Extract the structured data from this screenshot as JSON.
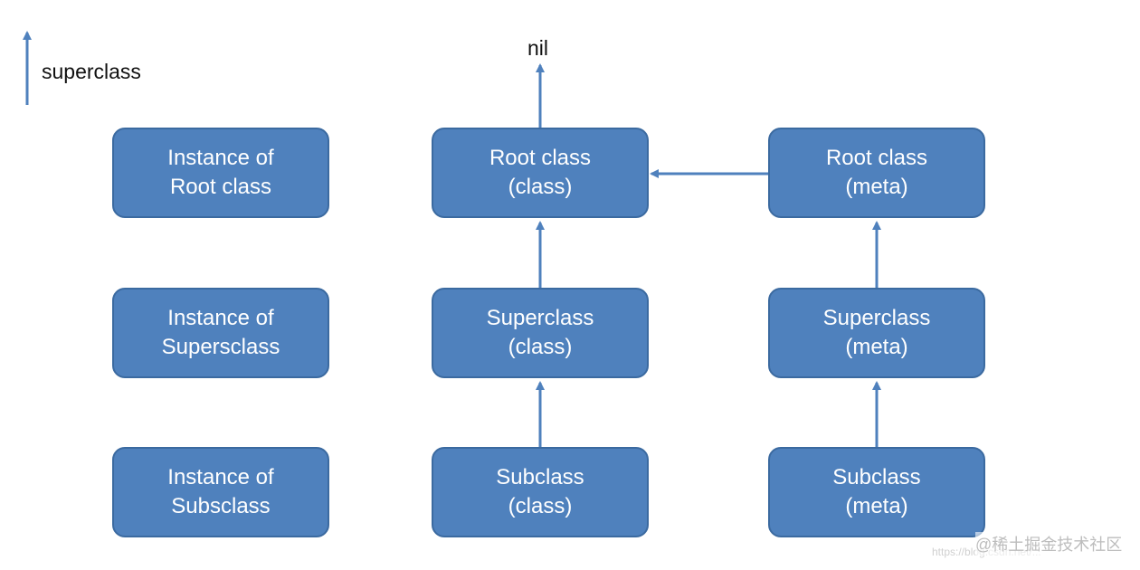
{
  "legend": {
    "label": "superclass"
  },
  "top_label": "nil",
  "boxes": {
    "instance_root": {
      "line1": "Instance of",
      "line2": "Root class"
    },
    "instance_super": {
      "line1": "Instance of",
      "line2": "Supersclass"
    },
    "instance_sub": {
      "line1": "Instance of",
      "line2": "Subsclass"
    },
    "root_class": {
      "line1": "Root class",
      "line2": "(class)"
    },
    "super_class": {
      "line1": "Superclass",
      "line2": "(class)"
    },
    "sub_class": {
      "line1": "Subclass",
      "line2": "(class)"
    },
    "root_meta": {
      "line1": "Root class",
      "line2": "(meta)"
    },
    "super_meta": {
      "line1": "Superclass",
      "line2": "(meta)"
    },
    "sub_meta": {
      "line1": "Subclass",
      "line2": "(meta)"
    }
  },
  "watermark": {
    "brand": "@稀土掘金技术社区",
    "url": "https://blog.csdn.net/..."
  },
  "colors": {
    "box_fill": "#4f81bd",
    "arrow": "#4f81bd",
    "text": "#ffffff"
  }
}
